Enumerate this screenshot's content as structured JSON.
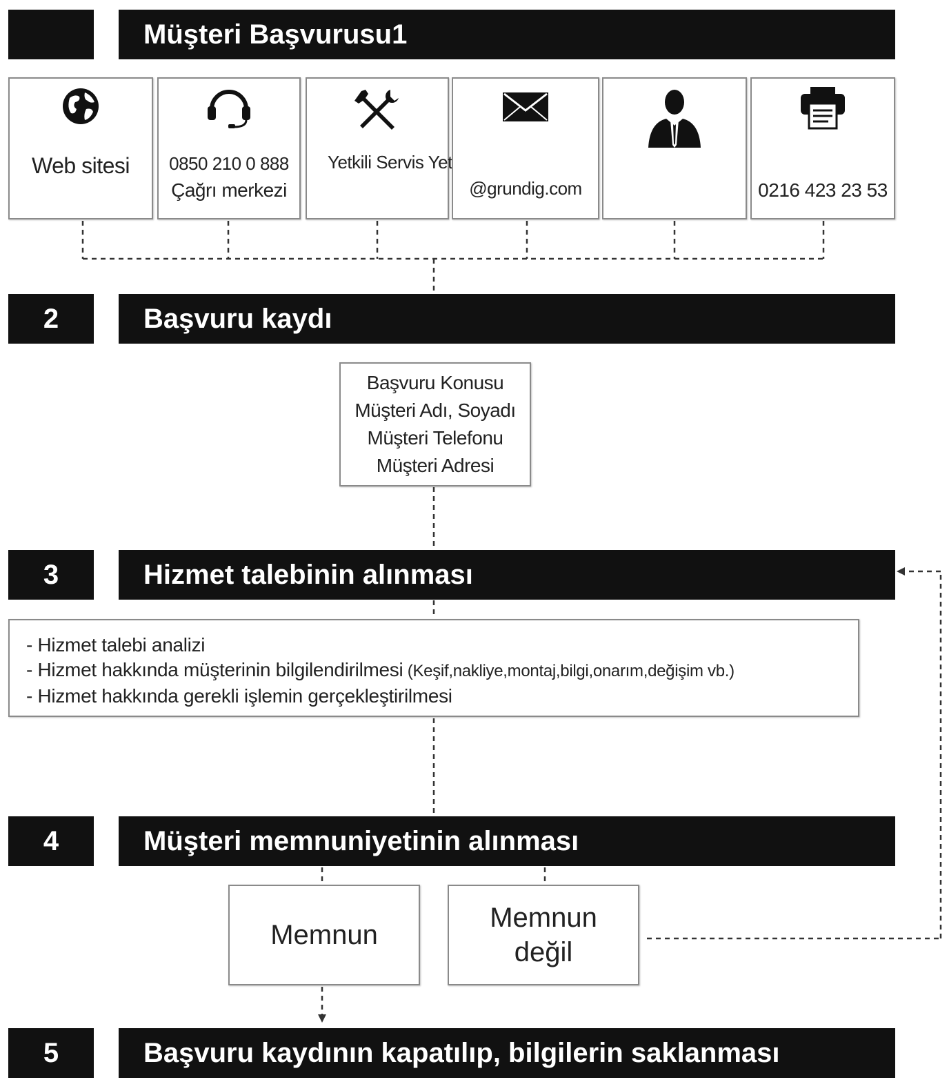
{
  "steps": [
    {
      "number": "",
      "title": "Müşteri Başvurusu1"
    },
    {
      "number": "2",
      "title": "Başvuru kaydı"
    },
    {
      "number": "3",
      "title": "Hizmet talebinin alınması"
    },
    {
      "number": "4",
      "title": "Müşteri memnuniyetinin alınması"
    },
    {
      "number": "5",
      "title": "Başvuru kaydının kapatılıp, bilgilerin saklanması"
    }
  ],
  "channels": [
    {
      "icon": "globe-icon",
      "line1": "Web sitesi",
      "line2": ""
    },
    {
      "icon": "headset-icon",
      "line1": "0850 210 0 888",
      "line2": "Çağrı merkezi"
    },
    {
      "icon": "tools-icon",
      "line1": "Yetkili Servis Yetkili Satıcı Faketleri",
      "line2": ""
    },
    {
      "icon": "envelope-icon",
      "line1": "",
      "line2": "@grundig.com"
    },
    {
      "icon": "person-icon",
      "line1": "",
      "line2": ""
    },
    {
      "icon": "fax-icon",
      "line1": "",
      "line2": "0216 423 23 53"
    }
  ],
  "record_fields": [
    "Başvuru Konusu",
    "Müşteri Adı, Soyadı",
    "Müşteri Telefonu",
    "Müşteri Adresi"
  ],
  "service_items": [
    {
      "text": "- Hizmet talebi analizi",
      "note": ""
    },
    {
      "text": "- Hizmet hakkında müşterinin bilgilendirilmesi",
      "note": " (Keşif,nakliye,montaj,bilgi,onarım,değişim vb.)"
    },
    {
      "text": "- Hizmet hakkında gerekli işlemin gerçekleştirilmesi",
      "note": ""
    }
  ],
  "satisfaction": {
    "satisfied": "Memnun",
    "not_satisfied_line1": "Memnun",
    "not_satisfied_line2": "değil"
  }
}
